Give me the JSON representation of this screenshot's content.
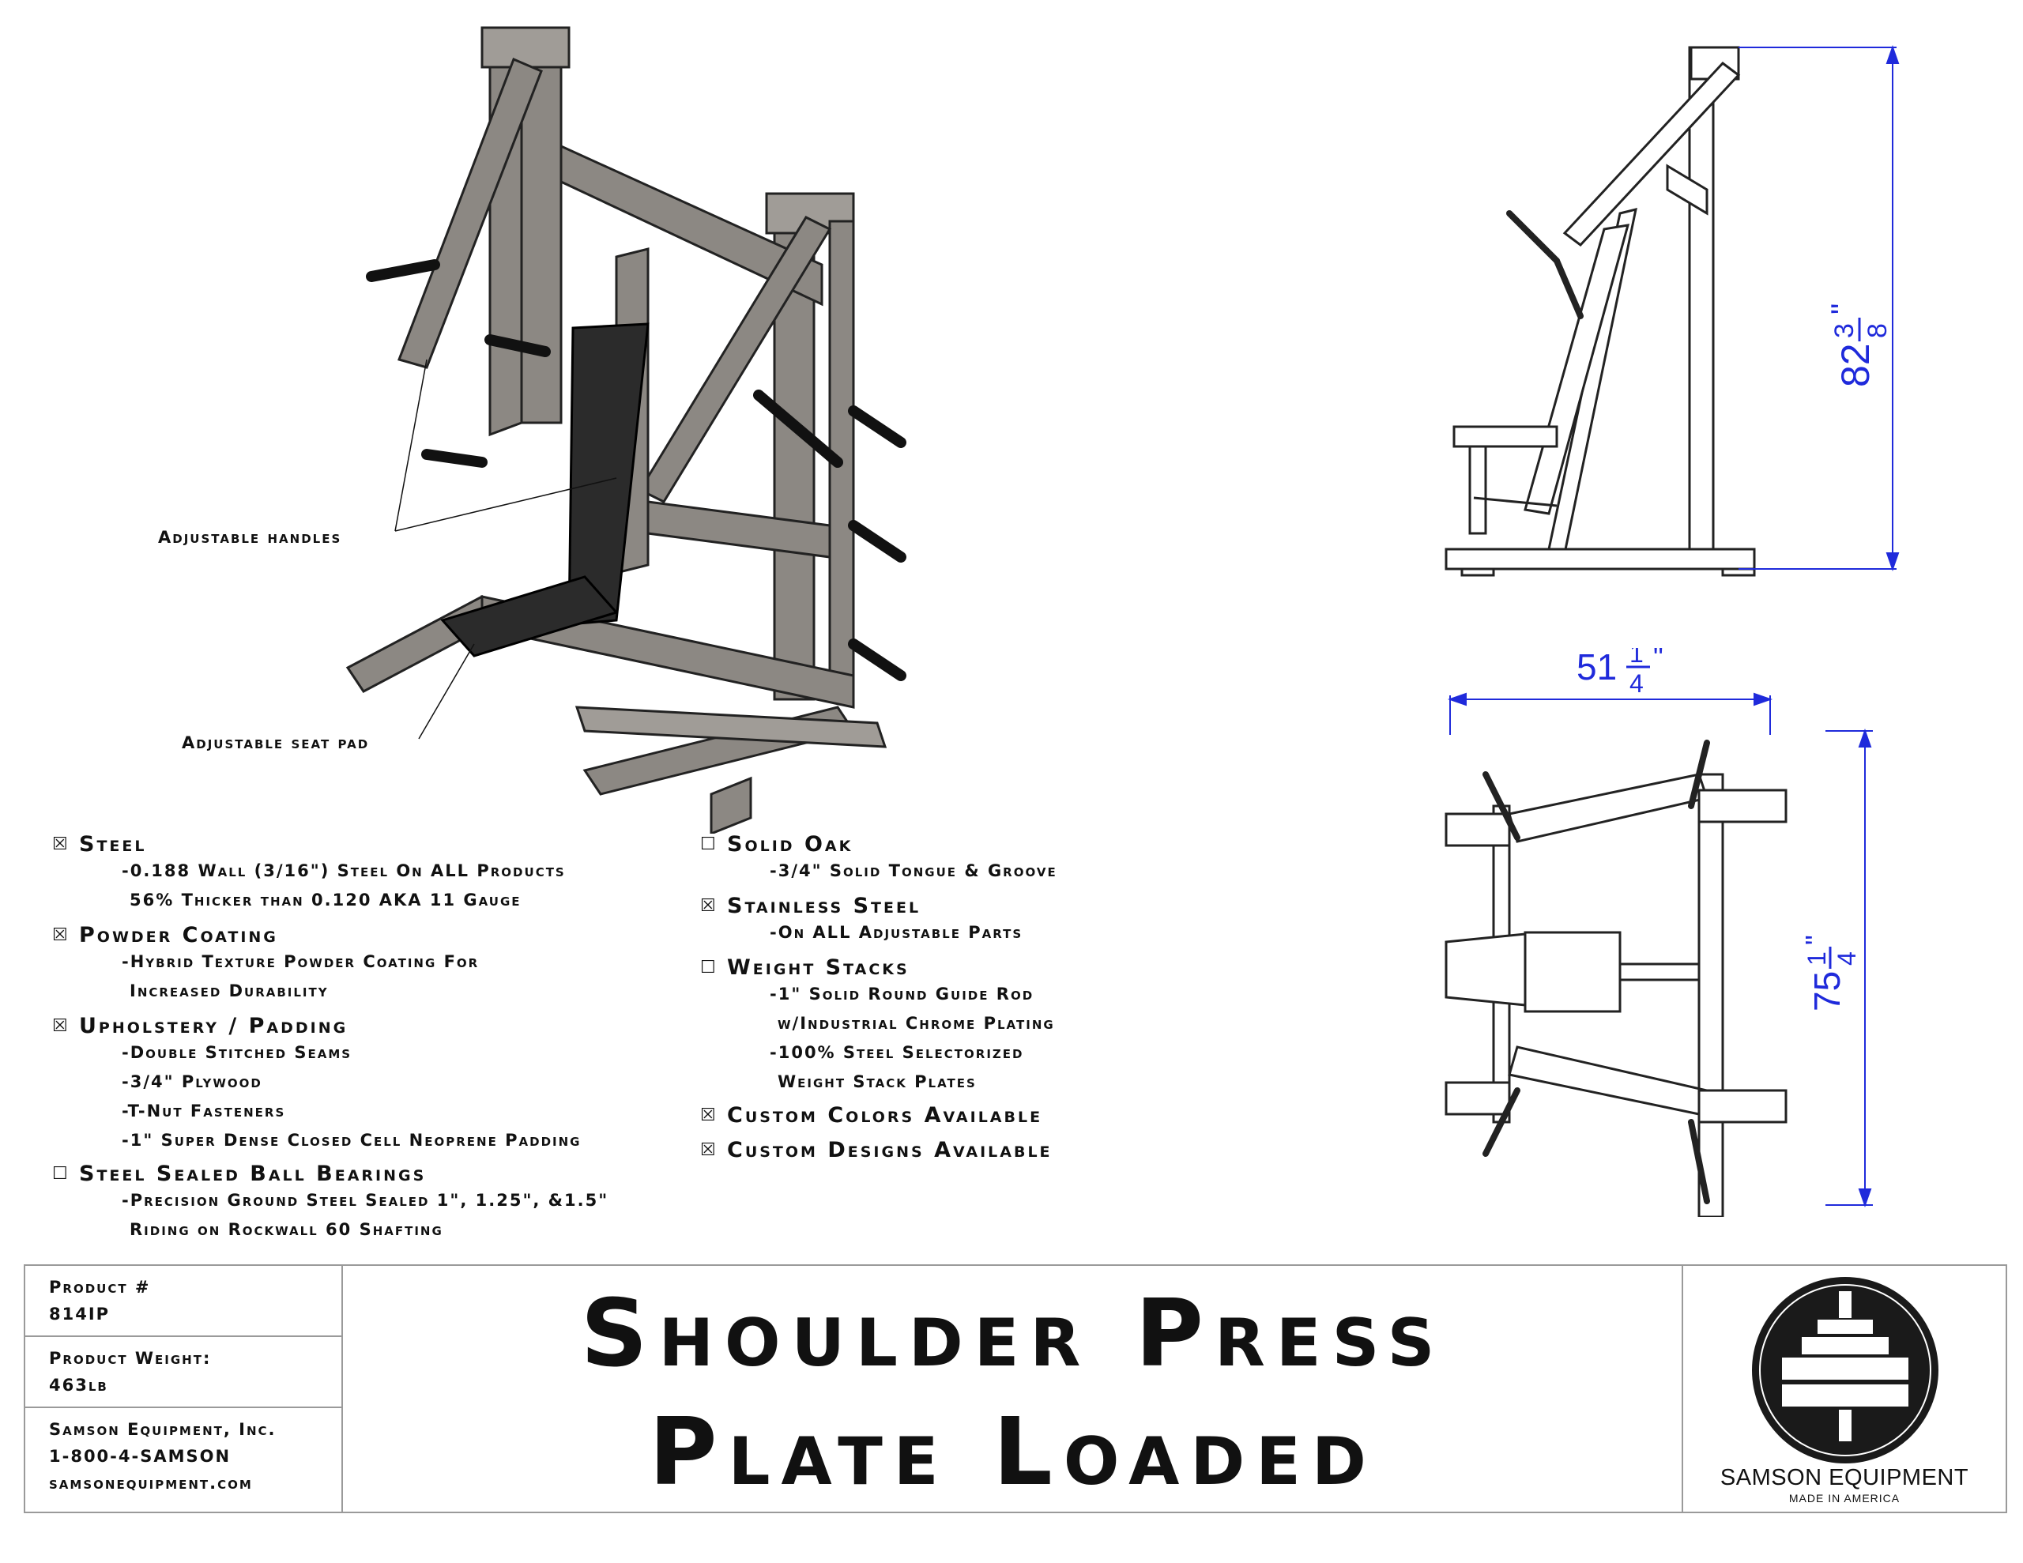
{
  "callouts": {
    "handles": "Adjustable handles",
    "seat": "Adjustable seat pad"
  },
  "dimensions": {
    "height": {
      "whole": "82",
      "num": "3",
      "den": "8",
      "unit": "\""
    },
    "width": {
      "whole": "51",
      "num": "1",
      "den": "4",
      "unit": "\""
    },
    "depth": {
      "whole": "75",
      "num": "1",
      "den": "4",
      "unit": "\""
    }
  },
  "features_left": [
    {
      "checked": true,
      "title": "Steel",
      "lines": [
        "-0.188 Wall (3/16\") Steel On ALL Products",
        "56% Thicker than 0.120 AKA 11 Gauge"
      ]
    },
    {
      "checked": true,
      "title": "Powder Coating",
      "lines": [
        "-Hybrid Texture Powder Coating For",
        "Increased Durability"
      ]
    },
    {
      "checked": true,
      "title": "Upholstery / Padding",
      "lines": [
        "-Double Stitched Seams",
        "-3/4\" Plywood",
        "-T-Nut Fasteners",
        "-1\" Super Dense Closed Cell Neoprene Padding"
      ]
    },
    {
      "checked": false,
      "title": "Steel Sealed Ball Bearings",
      "lines": [
        "-Precision Ground Steel Sealed 1\", 1.25\", &1.5\"",
        "Riding on Rockwall 60 Shafting"
      ]
    }
  ],
  "features_right": [
    {
      "checked": false,
      "title": "Solid Oak",
      "lines": [
        "-3/4\" Solid Tongue & Groove"
      ]
    },
    {
      "checked": true,
      "title": "Stainless Steel",
      "lines": [
        "-On ALL Adjustable Parts"
      ]
    },
    {
      "checked": false,
      "title": "Weight Stacks",
      "lines": [
        "-1\" Solid Round Guide Rod",
        "w/Industrial Chrome Plating",
        "-100% Steel Selectorized",
        "Weight Stack Plates"
      ]
    },
    {
      "checked": true,
      "title": "Custom Colors Available",
      "lines": []
    },
    {
      "checked": true,
      "title": "Custom Designs Available",
      "lines": []
    }
  ],
  "checkbox": {
    "checked": "☒",
    "unchecked": "☐"
  },
  "title_block": {
    "product_label": "Product #",
    "product_number": "814IP",
    "weight_label": "Product Weight:",
    "weight_value": "463lb",
    "company": "Samson Equipment, Inc.",
    "phone": "1-800-4-SAMSON",
    "website": "samsonequipment.com",
    "title_line1": "Shoulder Press",
    "title_line2": "Plate Loaded",
    "logo_name": "SAMSON EQUIPMENT",
    "logo_tagline": "MADE IN AMERICA"
  },
  "colors": {
    "dimension": "#1f2adb",
    "frame": "#8c8883",
    "pad": "#2b2b2b"
  }
}
